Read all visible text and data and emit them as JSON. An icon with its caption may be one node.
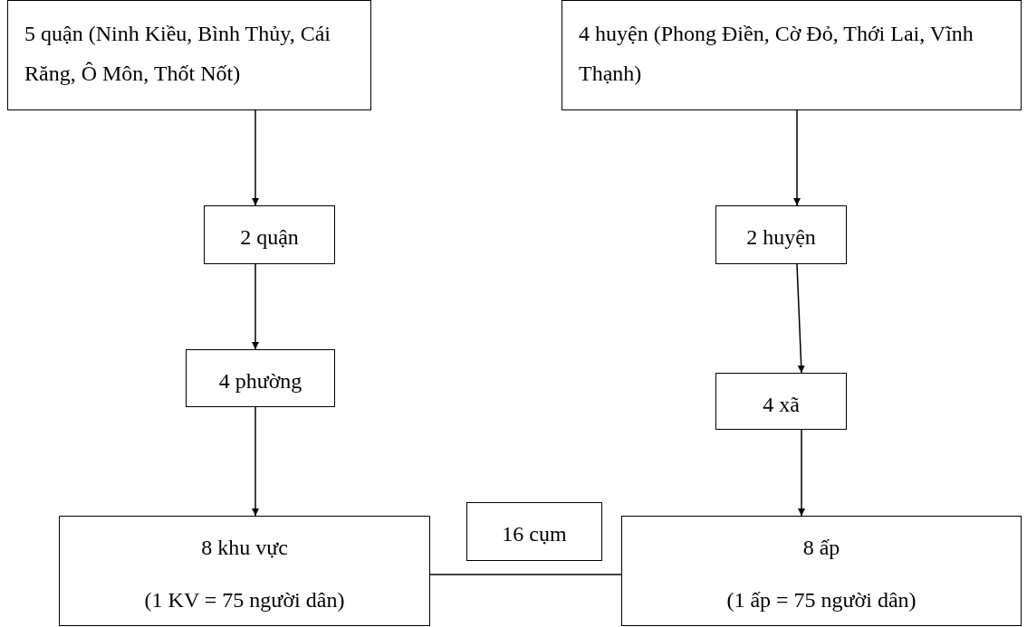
{
  "diagram": {
    "nodes": [
      {
        "text": [
          "5 quận (Ninh Kiều, Bình Thủy, Cái Răng, Ô Môn, Thốt Nốt)"
        ]
      },
      {
        "text": [
          "4 huyện (Phong Điền, Cờ Đỏ, Thới Lai, Vĩnh Thạnh)"
        ]
      },
      {
        "text": [
          "2 quận"
        ]
      },
      {
        "text": [
          "2 huyện"
        ]
      },
      {
        "text": [
          "4 phường"
        ]
      },
      {
        "text": [
          "4 xã"
        ]
      },
      {
        "text": [
          "8 khu vực",
          "(1 KV = 75 người dân)"
        ]
      },
      {
        "text": [
          "16 cụm"
        ]
      },
      {
        "text": [
          "8 ấp",
          "(1 ấp = 75 người dân)"
        ]
      }
    ],
    "edges": [
      {
        "from": 0,
        "to": 2,
        "arrow": "to"
      },
      {
        "from": 1,
        "to": 3,
        "arrow": "to"
      },
      {
        "from": 2,
        "to": 4,
        "arrow": "to"
      },
      {
        "from": 3,
        "to": 5,
        "arrow": "to"
      },
      {
        "from": 4,
        "to": 6,
        "arrow": "to"
      },
      {
        "from": 5,
        "to": 8,
        "arrow": "to"
      },
      {
        "from": 6,
        "to": 8,
        "arrow": "none"
      }
    ]
  }
}
